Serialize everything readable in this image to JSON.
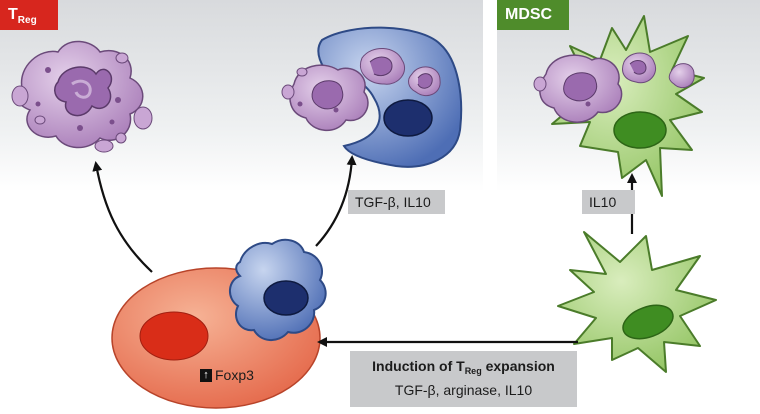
{
  "labels": {
    "treg_main": "T",
    "treg_sub": "Reg",
    "mdsc": "MDSC",
    "tgf_il10": "TGF-β, IL10",
    "il10": "IL10",
    "induction_prefix": "Induction of T",
    "induction_sub": "Reg",
    "induction_suffix": " expansion",
    "induction_factors": "TGF-β, arginase, IL10",
    "foxp3": "Foxp3"
  },
  "icons": {
    "foxp3_indicator": "up-arrow-icon"
  },
  "colors": {
    "treg_tag": "#d7261e",
    "mdsc_tag": "#4f8c2b",
    "treg_cell": "#ec8063",
    "treg_nucleus": "#d9331f",
    "dendritic_cell": "#6f8fca",
    "dendritic_nucleus": "#1c2f6b",
    "mdsc_cell": "#a9d27f",
    "mdsc_nucleus": "#4d9a29",
    "granulocyte": "#b98fc5",
    "granulocyte_nucleus": "#8a5aa0"
  }
}
